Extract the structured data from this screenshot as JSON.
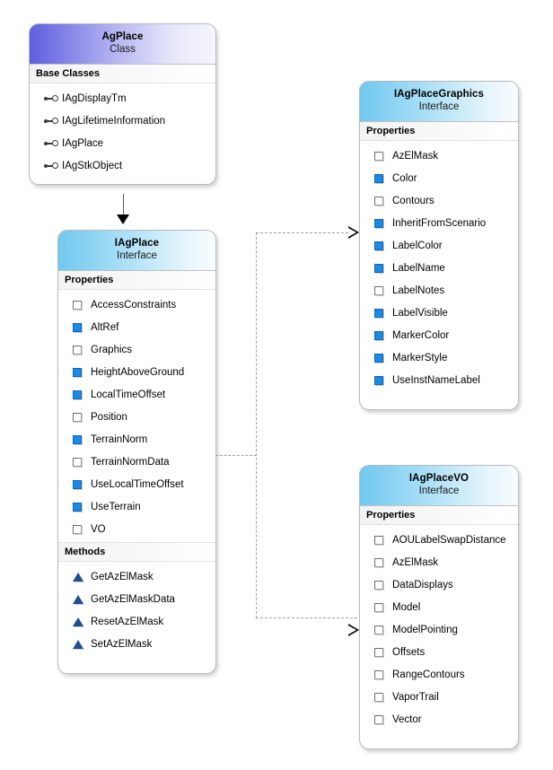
{
  "diagram": {
    "kind": "uml-class-diagram",
    "background": "#ffffff",
    "colors": {
      "class_header_start": "#5f5fdf",
      "class_header_end": "#f6f6ff",
      "interface_header_start": "#71c8ef",
      "interface_header_end": "#f8fcfe",
      "property_filled": "#1b8ae6",
      "method_triangle": "#1f4f92",
      "box_border": "#b9b9b9",
      "connector_dashed": "#9e9e9e",
      "connector_solid": "#5c5c5c"
    }
  },
  "boxes": {
    "agplace": {
      "title": "AgPlace",
      "stereotype": "Class",
      "section_label": "Base Classes",
      "members": [
        {
          "name": "IAgDisplayTm",
          "icon": "interface-lollipop-icon"
        },
        {
          "name": "IAgLifetimeInformation",
          "icon": "interface-lollipop-icon"
        },
        {
          "name": "IAgPlace",
          "icon": "interface-lollipop-icon"
        },
        {
          "name": "IAgStkObject",
          "icon": "interface-lollipop-icon"
        }
      ]
    },
    "iagplace": {
      "title": "IAgPlace",
      "stereotype": "Interface",
      "properties_label": "Properties",
      "properties": [
        {
          "name": "AccessConstraints",
          "icon": "property-hollow-icon"
        },
        {
          "name": "AltRef",
          "icon": "property-filled-icon"
        },
        {
          "name": "Graphics",
          "icon": "property-hollow-icon"
        },
        {
          "name": "HeightAboveGround",
          "icon": "property-filled-icon"
        },
        {
          "name": "LocalTimeOffset",
          "icon": "property-filled-icon"
        },
        {
          "name": "Position",
          "icon": "property-hollow-icon"
        },
        {
          "name": "TerrainNorm",
          "icon": "property-filled-icon"
        },
        {
          "name": "TerrainNormData",
          "icon": "property-hollow-icon"
        },
        {
          "name": "UseLocalTimeOffset",
          "icon": "property-filled-icon"
        },
        {
          "name": "UseTerrain",
          "icon": "property-filled-icon"
        },
        {
          "name": "VO",
          "icon": "property-hollow-icon"
        }
      ],
      "methods_label": "Methods",
      "methods": [
        {
          "name": "GetAzElMask",
          "icon": "method-triangle-icon"
        },
        {
          "name": "GetAzElMaskData",
          "icon": "method-triangle-icon"
        },
        {
          "name": "ResetAzElMask",
          "icon": "method-triangle-icon"
        },
        {
          "name": "SetAzElMask",
          "icon": "method-triangle-icon"
        }
      ]
    },
    "iagplacegraphics": {
      "title": "IAgPlaceGraphics",
      "stereotype": "Interface",
      "properties_label": "Properties",
      "properties": [
        {
          "name": "AzElMask",
          "icon": "property-hollow-icon"
        },
        {
          "name": "Color",
          "icon": "property-filled-icon"
        },
        {
          "name": "Contours",
          "icon": "property-hollow-icon"
        },
        {
          "name": "InheritFromScenario",
          "icon": "property-filled-icon"
        },
        {
          "name": "LabelColor",
          "icon": "property-filled-icon"
        },
        {
          "name": "LabelName",
          "icon": "property-filled-icon"
        },
        {
          "name": "LabelNotes",
          "icon": "property-hollow-icon"
        },
        {
          "name": "LabelVisible",
          "icon": "property-filled-icon"
        },
        {
          "name": "MarkerColor",
          "icon": "property-filled-icon"
        },
        {
          "name": "MarkerStyle",
          "icon": "property-filled-icon"
        },
        {
          "name": "UseInstNameLabel",
          "icon": "property-filled-icon"
        }
      ]
    },
    "iagplacevo": {
      "title": "IAgPlaceVO",
      "stereotype": "Interface",
      "properties_label": "Properties",
      "properties": [
        {
          "name": "AOULabelSwapDistance",
          "icon": "property-hollow-icon"
        },
        {
          "name": "AzElMask",
          "icon": "property-hollow-icon"
        },
        {
          "name": "DataDisplays",
          "icon": "property-hollow-icon"
        },
        {
          "name": "Model",
          "icon": "property-hollow-icon"
        },
        {
          "name": "ModelPointing",
          "icon": "property-hollow-icon"
        },
        {
          "name": "Offsets",
          "icon": "property-hollow-icon"
        },
        {
          "name": "RangeContours",
          "icon": "property-hollow-icon"
        },
        {
          "name": "VaporTrail",
          "icon": "property-hollow-icon"
        },
        {
          "name": "Vector",
          "icon": "property-hollow-icon"
        }
      ]
    }
  },
  "connectors": [
    {
      "name": "agplace-to-iagplace",
      "style": "solid",
      "arrow": "filled-triangle",
      "from": "agplace",
      "to": "iagplace"
    },
    {
      "name": "iagplace-to-iagplacegraphics",
      "style": "dashed",
      "arrow": "hollow-triangle",
      "from": "iagplace",
      "to": "iagplacegraphics"
    },
    {
      "name": "iagplace-to-iagplacevo",
      "style": "dashed",
      "arrow": "hollow-triangle",
      "from": "iagplace",
      "to": "iagplacevo"
    }
  ]
}
